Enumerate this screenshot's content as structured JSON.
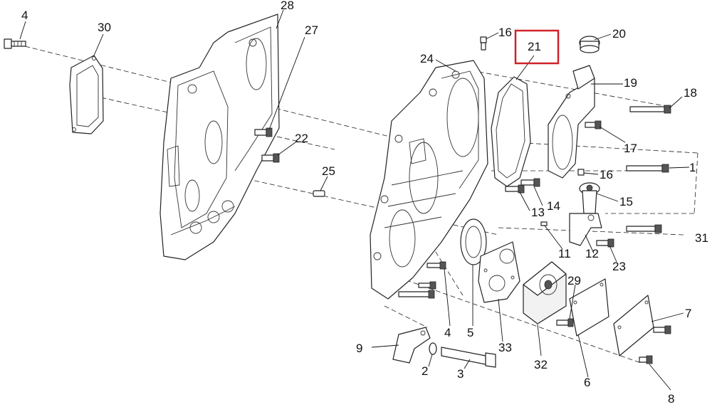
{
  "diagram": {
    "highlight_color": "#d0222a",
    "highlighted_callout": "21",
    "callouts": {
      "c1": "1",
      "c2": "2",
      "c3": "3",
      "c4a": "4",
      "c4b": "4",
      "c5": "5",
      "c6": "6",
      "c7": "7",
      "c8": "8",
      "c9": "9",
      "c11": "11",
      "c12": "12",
      "c13": "13",
      "c14": "14",
      "c15": "15",
      "c16a": "16",
      "c16b": "16",
      "c17": "17",
      "c18": "18",
      "c19": "19",
      "c20": "20",
      "c21": "21",
      "c22": "22",
      "c23": "23",
      "c24": "24",
      "c25": "25",
      "c27": "27",
      "c28": "28",
      "c29": "29",
      "c30": "30",
      "c31": "31",
      "c32": "32",
      "c33": "33"
    }
  }
}
